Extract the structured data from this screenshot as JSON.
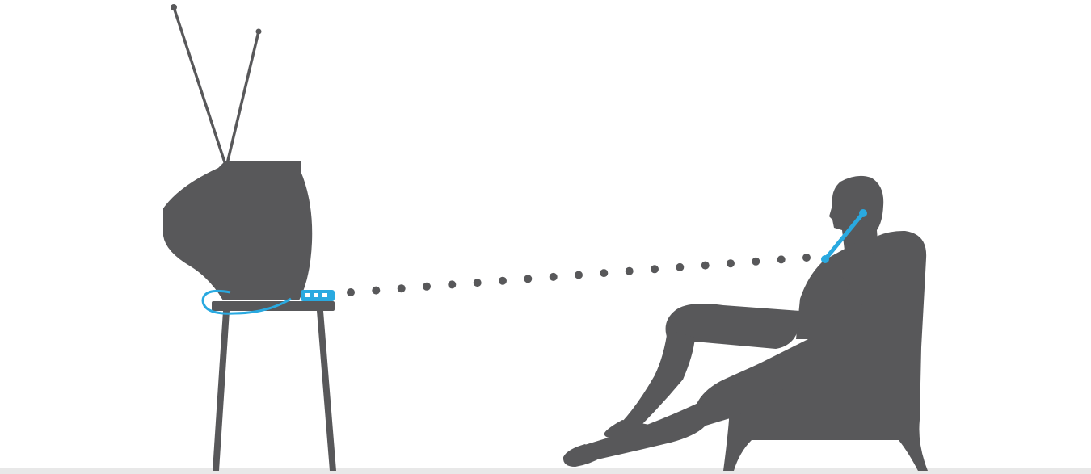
{
  "colors": {
    "background": "#ffffff",
    "silhouette": "#58585a",
    "accent": "#29a9e0",
    "floor": "#e6e6e6"
  },
  "icons": {
    "tv": "retro-crt-television-icon",
    "table": "side-table-icon",
    "transmitter": "audio-transmitter-icon",
    "person": "seated-man-silhouette",
    "chair": "armchair-silhouette",
    "headset": "wireless-earpiece-icon",
    "signal": "wireless-signal-dots"
  }
}
